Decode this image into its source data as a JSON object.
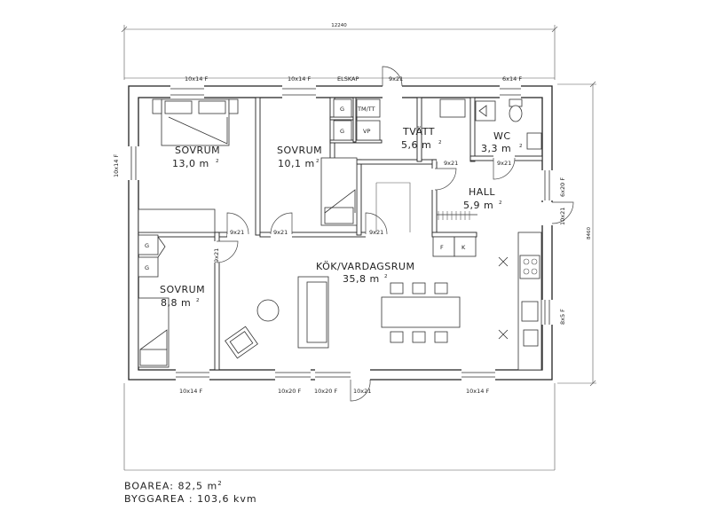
{
  "dimensions": {
    "width": "12240",
    "depth": "8460"
  },
  "rooms": {
    "sovrum1": {
      "name": "SOVRUM",
      "area": "13,0 m"
    },
    "sovrum2": {
      "name": "SOVRUM",
      "area": "10,1 m"
    },
    "sovrum3": {
      "name": "SOVRUM",
      "area": "8,8 m"
    },
    "tvatt": {
      "name": "TVÄTT",
      "area": "5,6 m"
    },
    "wc": {
      "name": "WC",
      "area": "3,3 m"
    },
    "hall": {
      "name": "HALL",
      "area": "5,9 m"
    },
    "kok": {
      "name": "KÖK/VARDAGSRUM",
      "area": "35,8 m"
    }
  },
  "superscript": "2",
  "labels": {
    "elskap": "ELSKAP",
    "w10x14": "10x14 F",
    "w6x14": "6x14 F",
    "w6x20": "6x20 F",
    "w8x5": "8x5 F",
    "w10x20": "10x20 F",
    "d9x21": "9x21",
    "d10x21": "10x21",
    "g": "G",
    "tmtt": "TM/TT",
    "vp": "VP",
    "f": "F",
    "k": "K"
  },
  "summary": {
    "boarea_label": "BOAREA:",
    "boarea_value": "82,5 m",
    "byggarea_label": "BYGGAREA :",
    "byggarea_value": "103,6 kvm"
  }
}
